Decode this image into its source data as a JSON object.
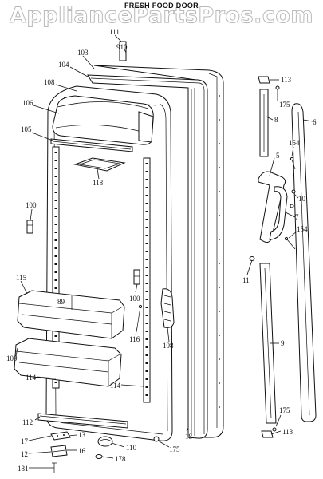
{
  "watermark": "AppliancePartsPros.com",
  "title": "FRESH FOOD DOOR",
  "callouts": [
    {
      "id": "c111",
      "text": "111"
    },
    {
      "id": "c910",
      "text": "910"
    },
    {
      "id": "c103",
      "text": "103"
    },
    {
      "id": "c104",
      "text": "104"
    },
    {
      "id": "c108a",
      "text": "108"
    },
    {
      "id": "c106",
      "text": "106"
    },
    {
      "id": "c105",
      "text": "105"
    },
    {
      "id": "c118",
      "text": "118"
    },
    {
      "id": "c100a",
      "text": "100"
    },
    {
      "id": "c115",
      "text": "115"
    },
    {
      "id": "c89",
      "text": "89"
    },
    {
      "id": "c100b",
      "text": "100"
    },
    {
      "id": "c116",
      "text": "116"
    },
    {
      "id": "c108b",
      "text": "108"
    },
    {
      "id": "c109",
      "text": "109"
    },
    {
      "id": "c114a",
      "text": "114"
    },
    {
      "id": "c114b",
      "text": "114"
    },
    {
      "id": "c112",
      "text": "112"
    },
    {
      "id": "c17",
      "text": "17"
    },
    {
      "id": "c13",
      "text": "13"
    },
    {
      "id": "c12",
      "text": "12"
    },
    {
      "id": "c16",
      "text": "16"
    },
    {
      "id": "c181",
      "text": "181"
    },
    {
      "id": "c110",
      "text": "110"
    },
    {
      "id": "c178",
      "text": "178"
    },
    {
      "id": "c175a",
      "text": "175"
    },
    {
      "id": "c18",
      "text": "18"
    },
    {
      "id": "c113a",
      "text": "113"
    },
    {
      "id": "c175b",
      "text": "175"
    },
    {
      "id": "c8",
      "text": "8"
    },
    {
      "id": "c6",
      "text": "6"
    },
    {
      "id": "c154a",
      "text": "154"
    },
    {
      "id": "c5",
      "text": "5"
    },
    {
      "id": "c10",
      "text": "10"
    },
    {
      "id": "c7",
      "text": "7"
    },
    {
      "id": "c154b",
      "text": "154"
    },
    {
      "id": "c11",
      "text": "11"
    },
    {
      "id": "c9",
      "text": "9"
    },
    {
      "id": "c175c",
      "text": "175"
    },
    {
      "id": "c113b",
      "text": "113"
    }
  ]
}
